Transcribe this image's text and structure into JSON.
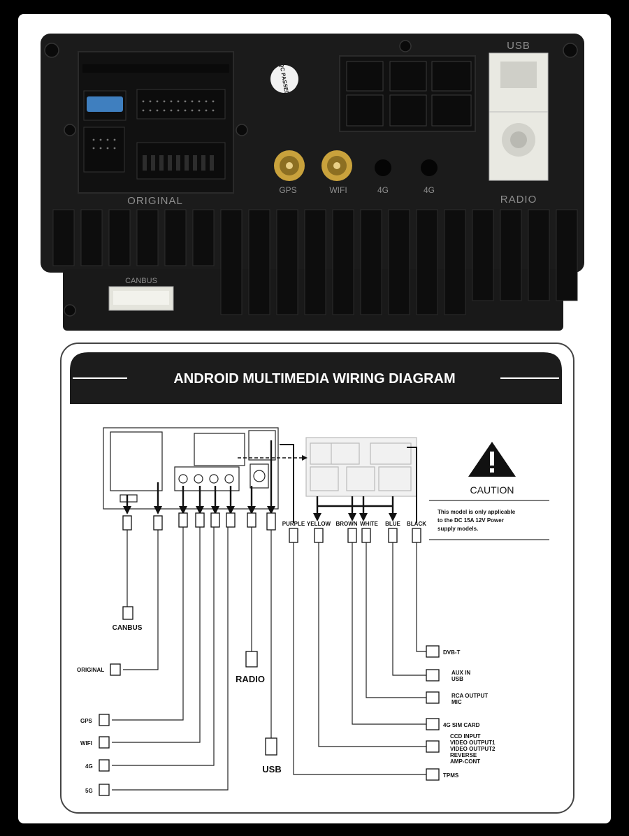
{
  "unit_labels": {
    "original": "ORIGINAL",
    "gps": "GPS",
    "wifi": "WIFI",
    "port_4g_a": "4G",
    "port_4g_b": "4G",
    "radio": "RADIO",
    "usb": "USB",
    "canbus": "CANBUS",
    "qc_stamp": "QC PASSED"
  },
  "diagram": {
    "title": "ANDROID MULTIMEDIA WIRING DIAGRAM",
    "caution_title": "CAUTION",
    "caution_text_lines": [
      "This model is only applicable",
      "to the  DC 15A  12V Power",
      "supply models."
    ],
    "wire_colors": [
      "PURPLE",
      "YELLOW",
      "BROWN",
      "WHITE",
      "BLUE",
      "BLACK"
    ],
    "left_outputs": {
      "canbus": "CANBUS",
      "original": "ORIGINAL",
      "radio": "RADIO",
      "gps": "GPS",
      "wifi": "WIFI",
      "port_4g": "4G",
      "port_5g": "5G",
      "usb": "USB"
    },
    "right_outputs": {
      "dvb_t": "DVB-T",
      "aux": [
        "AUX IN",
        "USB"
      ],
      "rca": [
        "RCA OUTPUT",
        "MIC"
      ],
      "sim": "4G SIM CARD",
      "video": [
        "CCD  INPUT",
        "VIDEO OUTPUT1",
        "VIDEO OUTPUT2",
        "REVERSE",
        "AMP-CONT"
      ],
      "tpms": "TPMS"
    }
  },
  "colors": {
    "background": "#000000",
    "card": "#ffffff",
    "unit_body": "#1a1a1a",
    "gold_connector": "#c9a23c",
    "white_connector": "#e9e9e2",
    "fuse_blue": "#3f7fbf",
    "banner": "#1c1c1c"
  }
}
